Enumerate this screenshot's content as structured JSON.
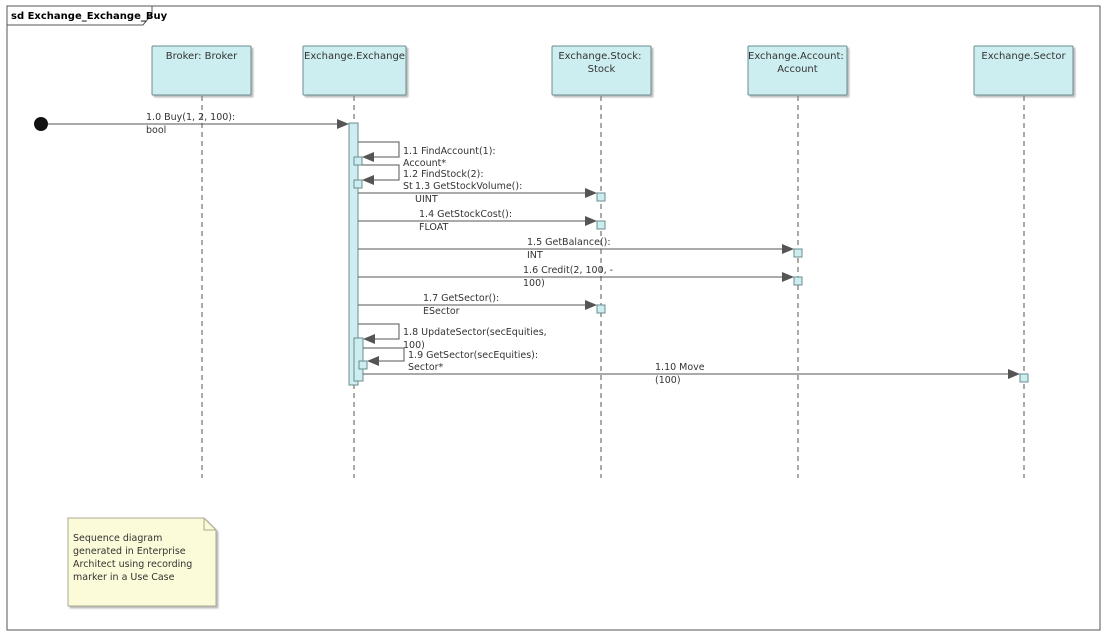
{
  "frame": {
    "title": "sd Exchange_Exchange_Buy"
  },
  "colors": {
    "lifeline_fill": "#cdeef0",
    "lifeline_stroke": "#6a8c8e",
    "line": "#555555",
    "note_fill": "#fbfbd9",
    "note_stroke": "#a8a890"
  },
  "lifelines": [
    {
      "id": "broker",
      "lines": [
        "Broker: Broker"
      ]
    },
    {
      "id": "exchange",
      "lines": [
        "Exchange.Exchange"
      ]
    },
    {
      "id": "stock",
      "lines": [
        "Exchange.Stock:",
        "Stock"
      ]
    },
    {
      "id": "account",
      "lines": [
        "Exchange.Account:",
        "Account"
      ]
    },
    {
      "id": "sector",
      "lines": [
        "Exchange.Sector"
      ]
    }
  ],
  "messages": [
    {
      "id": "m1_0",
      "lines": [
        "1.0 Buy(1, 2, 100):",
        "bool"
      ]
    },
    {
      "id": "m1_1",
      "lines": [
        "1.1 FindAccount(1):",
        "Account*"
      ]
    },
    {
      "id": "m1_2",
      "lines": [
        "1.2 FindStock(2):",
        "St"
      ]
    },
    {
      "id": "m1_3",
      "lines": [
        "1.3 GetStockVolume():",
        "UINT"
      ]
    },
    {
      "id": "m1_4",
      "lines": [
        "1.4 GetStockCost():",
        "FLOAT"
      ]
    },
    {
      "id": "m1_5",
      "lines": [
        "1.5 GetBalance():",
        "INT"
      ]
    },
    {
      "id": "m1_6",
      "lines": [
        "1.6 Credit(2, 100, -",
        "100)"
      ]
    },
    {
      "id": "m1_7",
      "lines": [
        "1.7 GetSector():",
        "ESector"
      ]
    },
    {
      "id": "m1_8",
      "lines": [
        "1.8 UpdateSector(secEquities,",
        "100)"
      ]
    },
    {
      "id": "m1_9",
      "lines": [
        "1.9 GetSector(secEquities):",
        "Sector*"
      ]
    },
    {
      "id": "m1_10",
      "lines": [
        "1.10 Move",
        "(100)"
      ]
    }
  ],
  "note": {
    "lines": [
      "Sequence diagram",
      "generated in Enterprise",
      "Architect using recording",
      "marker in a Use Case"
    ]
  }
}
